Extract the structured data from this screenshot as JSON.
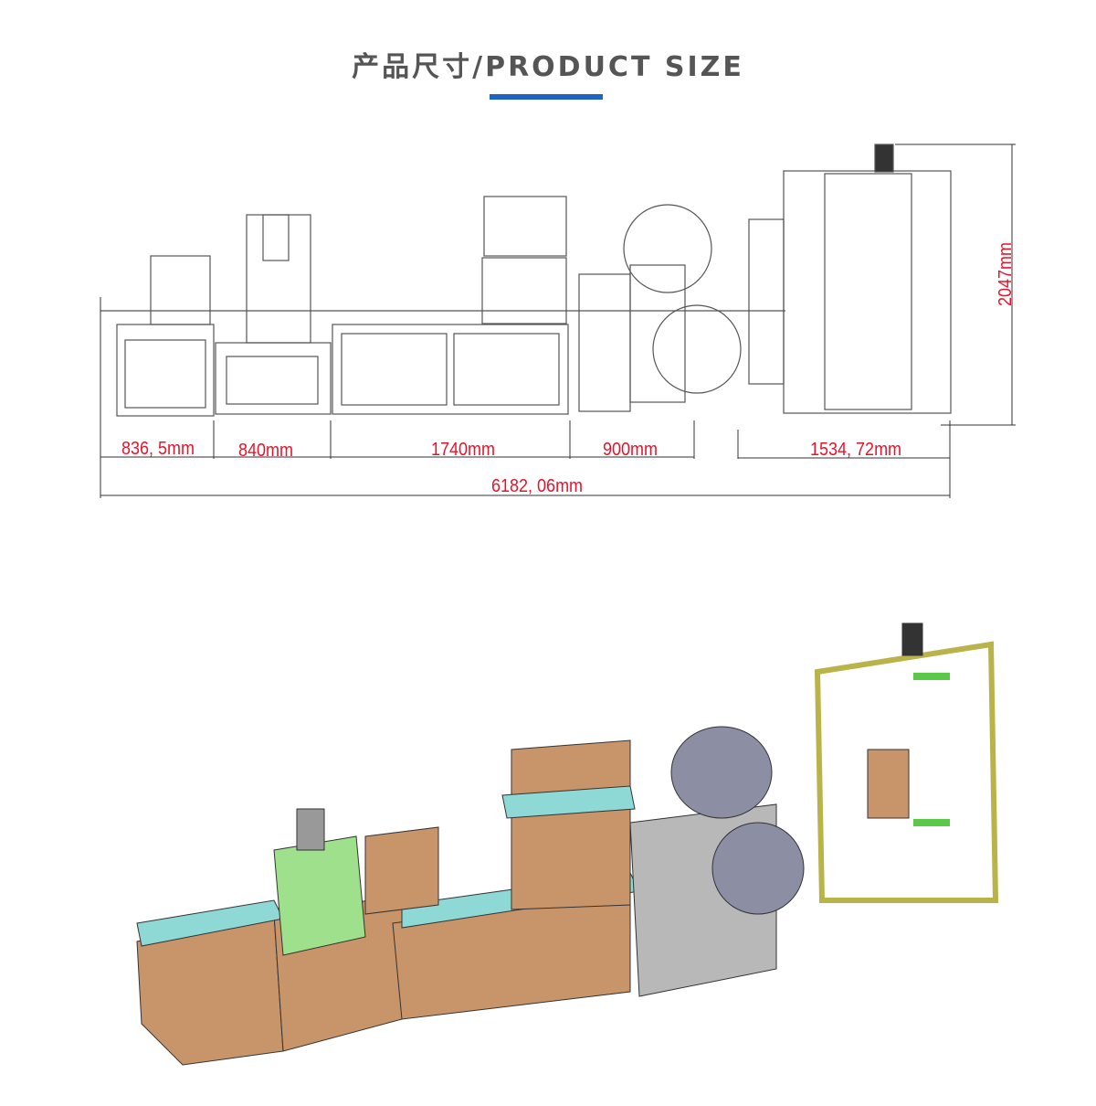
{
  "header": {
    "title": "产品尺寸/PRODUCT SIZE",
    "accent_color": "#1f63c3"
  },
  "dimensions": {
    "sections": [
      "836, 5mm",
      "840mm",
      "1740mm",
      "900mm",
      "1534, 72mm"
    ],
    "total": "6182, 06mm",
    "height": "2047mm",
    "color": "#e8132a"
  }
}
